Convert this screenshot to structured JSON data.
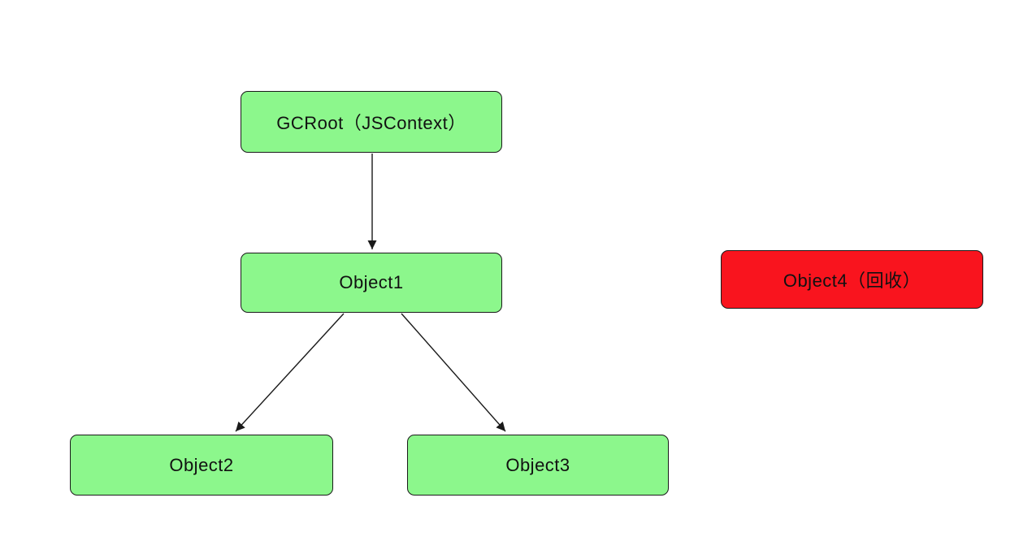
{
  "diagram": {
    "nodes": [
      {
        "id": "gcroot",
        "label": "GCRoot（JSContext）",
        "fill": "#8CF78C"
      },
      {
        "id": "object1",
        "label": "Object1",
        "fill": "#8CF78C"
      },
      {
        "id": "object2",
        "label": "Object2",
        "fill": "#8CF78C"
      },
      {
        "id": "object3",
        "label": "Object3",
        "fill": "#8CF78C"
      },
      {
        "id": "object4",
        "label": "Object4（回收）",
        "fill": "#F9141E"
      }
    ],
    "edges": [
      {
        "from": "gcroot",
        "to": "object1"
      },
      {
        "from": "object1",
        "to": "object2"
      },
      {
        "from": "object1",
        "to": "object3"
      }
    ],
    "colors": {
      "reachable_fill": "#8CF78C",
      "collected_fill": "#F9141E",
      "border": "#1a1a1a",
      "arrow": "#1a1a1a",
      "text": "#111111",
      "background": "#ffffff"
    }
  }
}
